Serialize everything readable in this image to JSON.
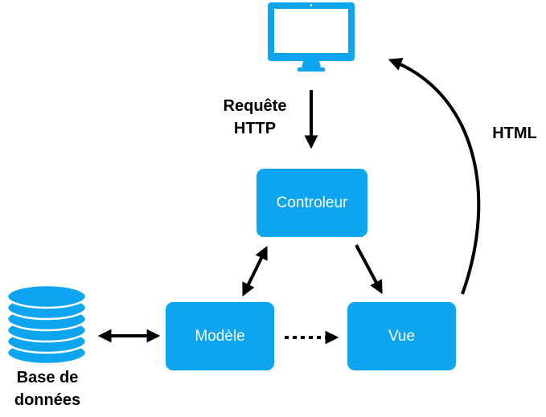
{
  "colors": {
    "box": "#0ea5f0",
    "icon": "#0ea5f0",
    "arrow": "#000000"
  },
  "nodes": {
    "controleur": "Controleur",
    "modele": "Modèle",
    "vue": "Vue"
  },
  "labels": {
    "requete_line1": "Requête",
    "requete_line2": "HTTP",
    "html": "HTML",
    "db_line1": "Base de",
    "db_line2": "données"
  },
  "icons": {
    "client": "computer-monitor-icon",
    "database": "database-icon"
  }
}
